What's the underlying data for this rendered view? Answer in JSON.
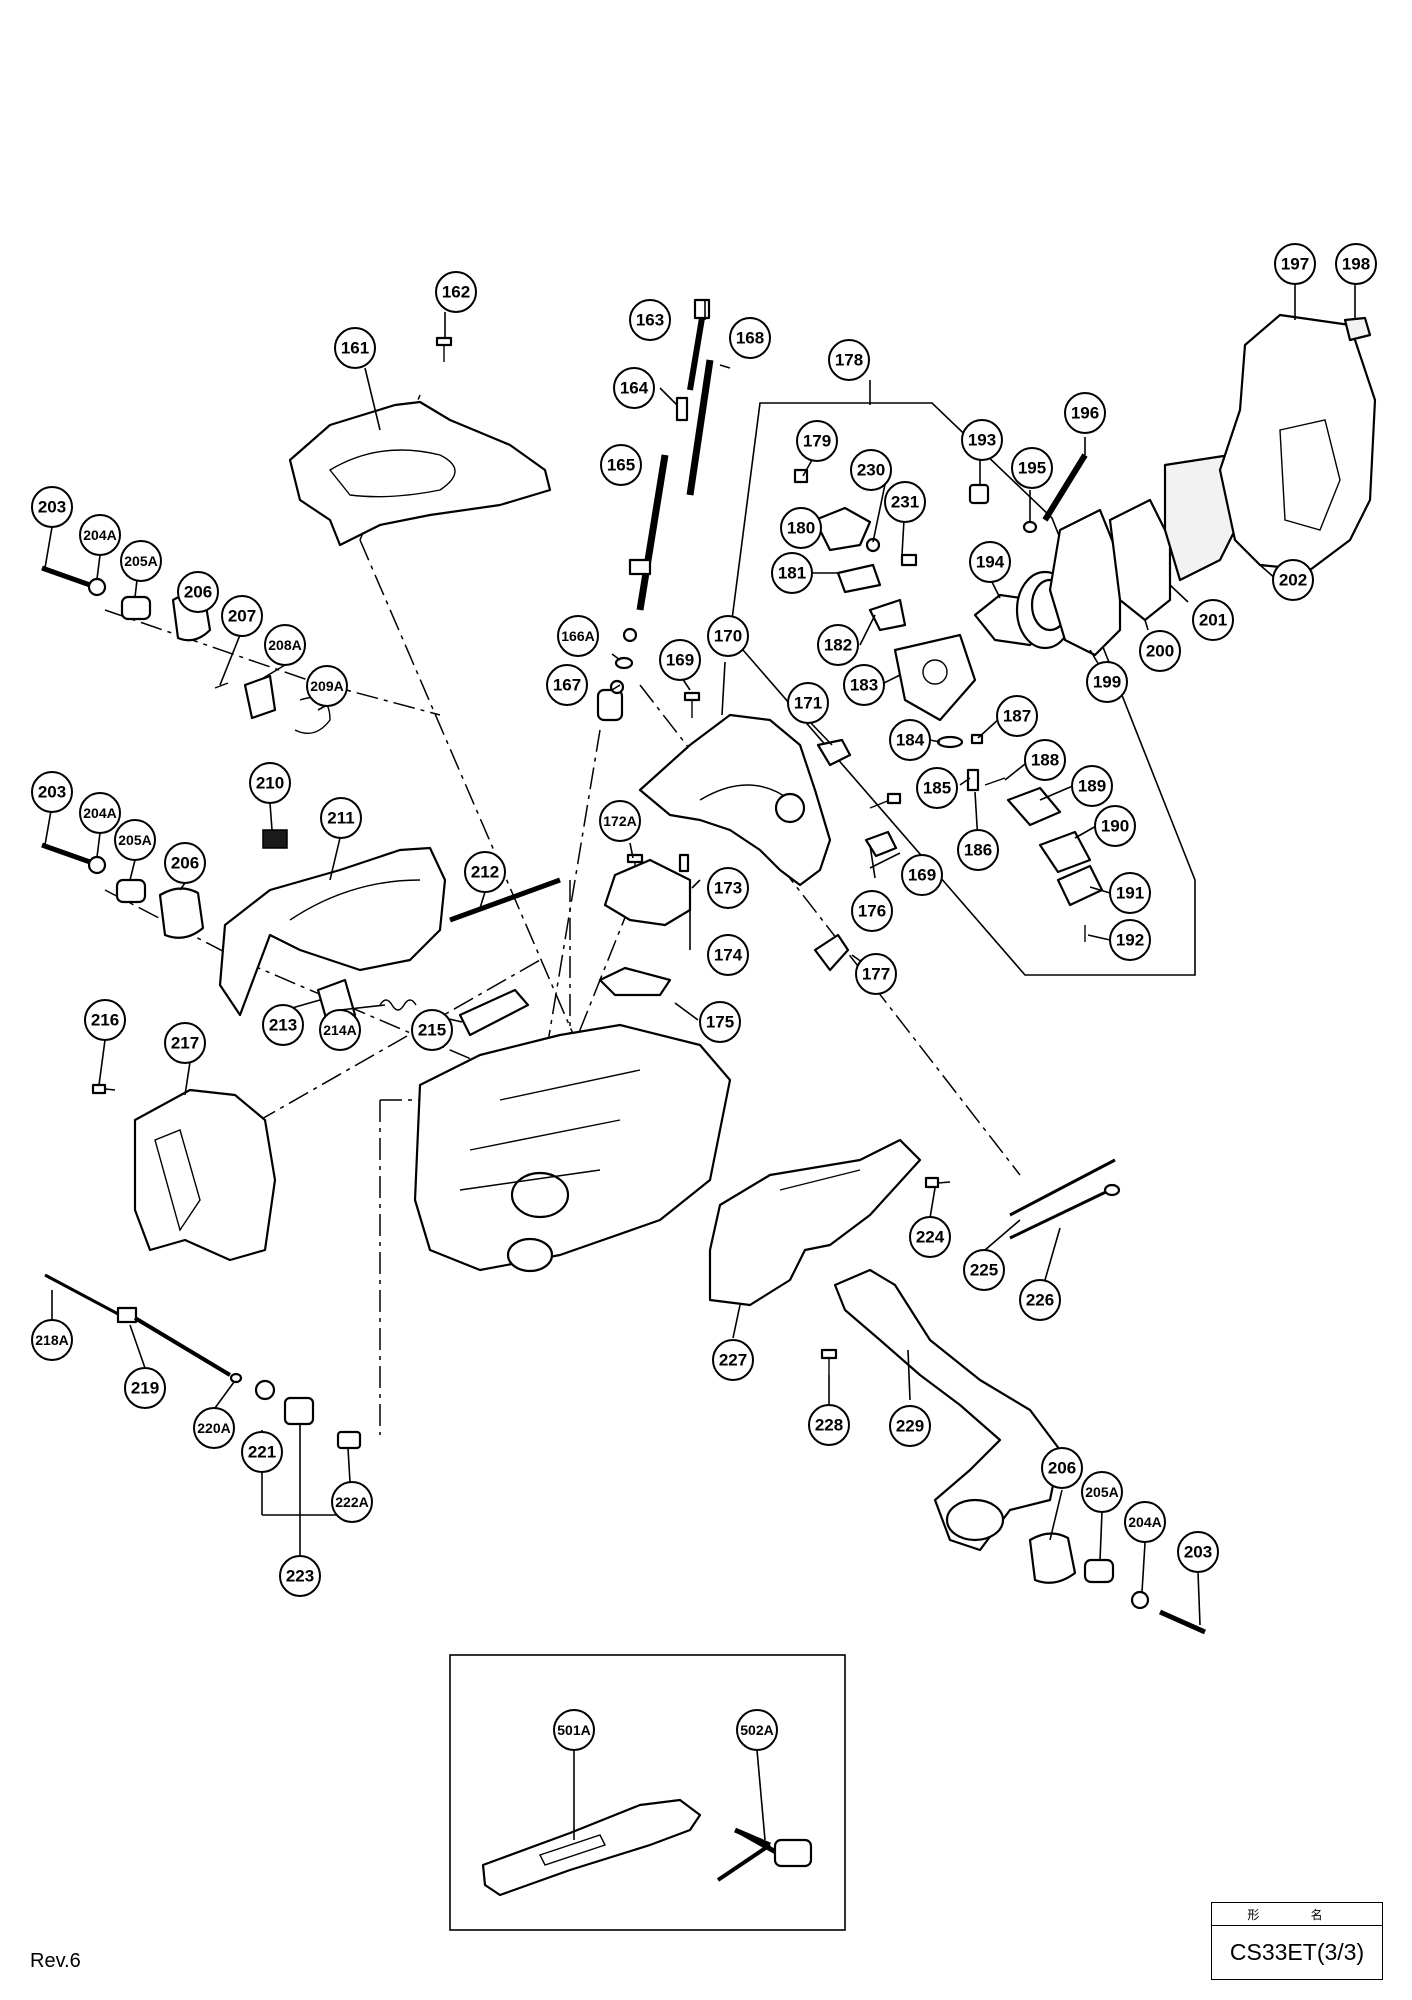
{
  "revision": "Rev.6",
  "title_block": {
    "header": "形 名",
    "model": "CS33ET(3/3)"
  },
  "callouts": [
    "161",
    "162",
    "163",
    "164",
    "165",
    "166A",
    "167",
    "168",
    "169",
    "170",
    "171",
    "172A",
    "173",
    "174",
    "175",
    "176",
    "177",
    "178",
    "179",
    "180",
    "181",
    "182",
    "183",
    "184",
    "185",
    "186",
    "187",
    "188",
    "189",
    "190",
    "191",
    "192",
    "193",
    "194",
    "195",
    "196",
    "197",
    "198",
    "199",
    "200",
    "201",
    "202",
    "203",
    "204A",
    "205A",
    "206",
    "207",
    "208A",
    "209A",
    "210",
    "211",
    "212",
    "213",
    "214A",
    "215",
    "216",
    "217",
    "218A",
    "219",
    "220A",
    "221",
    "222A",
    "223",
    "224",
    "225",
    "226",
    "227",
    "228",
    "229",
    "230",
    "231",
    "501A",
    "502A"
  ],
  "callouts_repeated": {
    "169b": "169",
    "203b": "203",
    "204Ab": "204A",
    "205Ab": "205A",
    "206b": "206",
    "203c": "203",
    "204Ac": "204A",
    "205Ac": "205A",
    "206c": "206"
  }
}
